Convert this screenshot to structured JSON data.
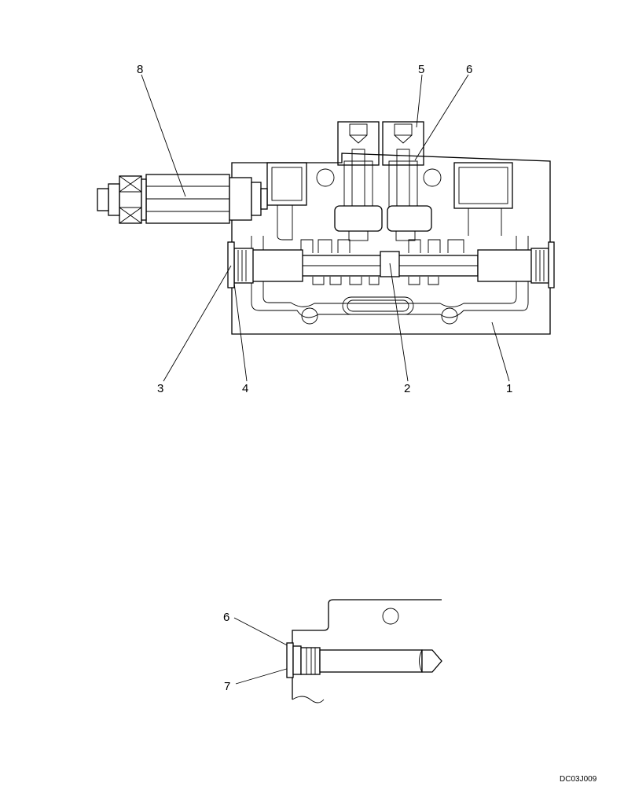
{
  "labels": {
    "l1": "1",
    "l2": "2",
    "l3": "3",
    "l4": "4",
    "l5": "5",
    "l6": "6",
    "l6b": "6",
    "l7": "7",
    "l8": "8"
  },
  "drawing_code": "DC03J009"
}
